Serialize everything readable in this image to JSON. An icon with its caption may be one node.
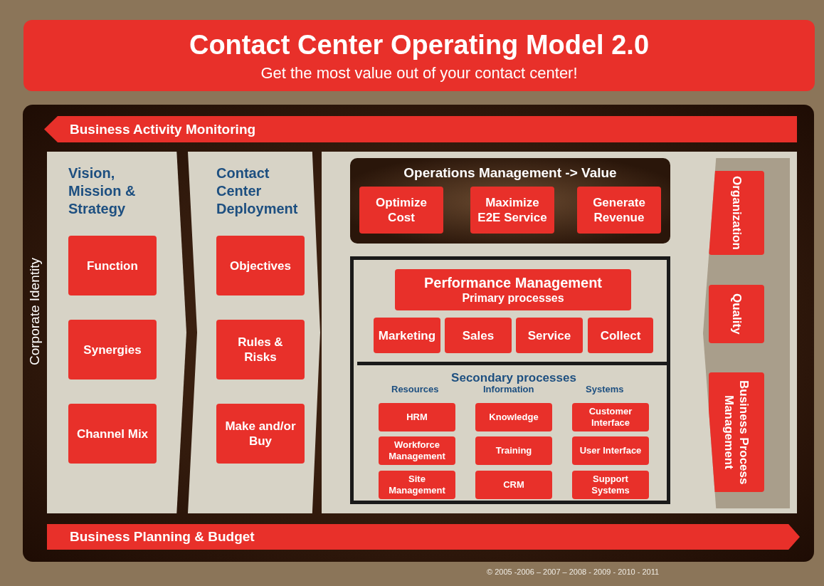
{
  "diagram": {
    "nodes": [
      {
        "text": [
          "Contact Center Operating Model 2.0",
          "Get the most value out of your contact center!"
        ]
      },
      {
        "text": [
          "Corporate Identity"
        ]
      },
      {
        "text": [
          "Business Activity Monitoring"
        ],
        "in": 1
      },
      {
        "text": [
          "Vision, Mission & Strategy"
        ],
        "in": 1
      },
      {
        "text": [
          "Function"
        ],
        "in": 3
      },
      {
        "text": [
          "Synergies"
        ],
        "in": 3
      },
      {
        "text": [
          "Channel Mix"
        ],
        "in": 3
      },
      {
        "text": [
          "Contact Center Deployment"
        ],
        "in": 1
      },
      {
        "text": [
          "Objectives"
        ],
        "in": 7
      },
      {
        "text": [
          "Rules & Risks"
        ],
        "in": 7
      },
      {
        "text": [
          "Make and/or Buy"
        ],
        "in": 7
      },
      {
        "text": [],
        "shape": "box",
        "in": 1
      },
      {
        "text": [
          "Operations Management -> Value"
        ],
        "in": 11
      },
      {
        "text": [
          "Optimize Cost"
        ],
        "in": 12
      },
      {
        "text": [
          "Maximize E2E Service"
        ],
        "in": 12
      },
      {
        "text": [
          "Generate Revenue"
        ],
        "in": 12
      },
      {
        "text": [],
        "shape": "box",
        "in": 11
      },
      {
        "text": [
          "Performance Management",
          "Primary processes"
        ],
        "in": 16
      },
      {
        "text": [
          "Marketing"
        ],
        "in": 16
      },
      {
        "text": [
          "Sales"
        ],
        "in": 16
      },
      {
        "text": [
          "Service"
        ],
        "in": 16
      },
      {
        "text": [
          "Collect"
        ],
        "in": 16
      },
      {
        "text": [
          "Secondary processes"
        ],
        "in": 16
      },
      {
        "text": [
          "HRM"
        ],
        "in": 22
      },
      {
        "text": [
          "Knowledge"
        ],
        "in": 22
      },
      {
        "text": [
          "Customer Interface"
        ],
        "in": 22
      },
      {
        "text": [
          "Workforce Management"
        ],
        "in": 22
      },
      {
        "text": [
          "Training"
        ],
        "in": 22
      },
      {
        "text": [
          "User Interface"
        ],
        "in": 22
      },
      {
        "text": [
          "Site Management"
        ],
        "in": 22
      },
      {
        "text": [
          "CRM"
        ],
        "in": 22
      },
      {
        "text": [
          "Support Systems"
        ],
        "in": 22
      },
      {
        "text": [],
        "shape": "box",
        "in": 11
      },
      {
        "text": [
          "Organization"
        ],
        "in": 32
      },
      {
        "text": [
          "Quality"
        ],
        "in": 32
      },
      {
        "text": [
          "Business Process Management"
        ],
        "in": 32
      },
      {
        "text": [
          "Business Planning & Budget"
        ],
        "in": 1
      }
    ],
    "labels": [
      "Resources",
      "Information",
      "Systems",
      "© 2005 -2006 – 2007 – 2008 - 2009 - 2010 - 2011"
    ]
  }
}
